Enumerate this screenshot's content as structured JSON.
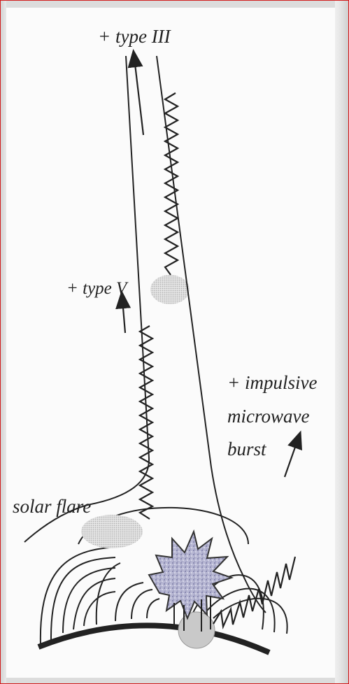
{
  "labels": {
    "type_iii": "+ type III",
    "type_v": "+ type V",
    "impulsive_line1": "+ impulsive",
    "impulsive_line2": "microwave",
    "impulsive_line3": "burst",
    "solar_flare": "solar flare"
  },
  "colors": {
    "frame_border": "#d21c1c",
    "ink": "#222222",
    "shading": "#cfcfcf",
    "flare_fill": "#a9a9c6"
  }
}
